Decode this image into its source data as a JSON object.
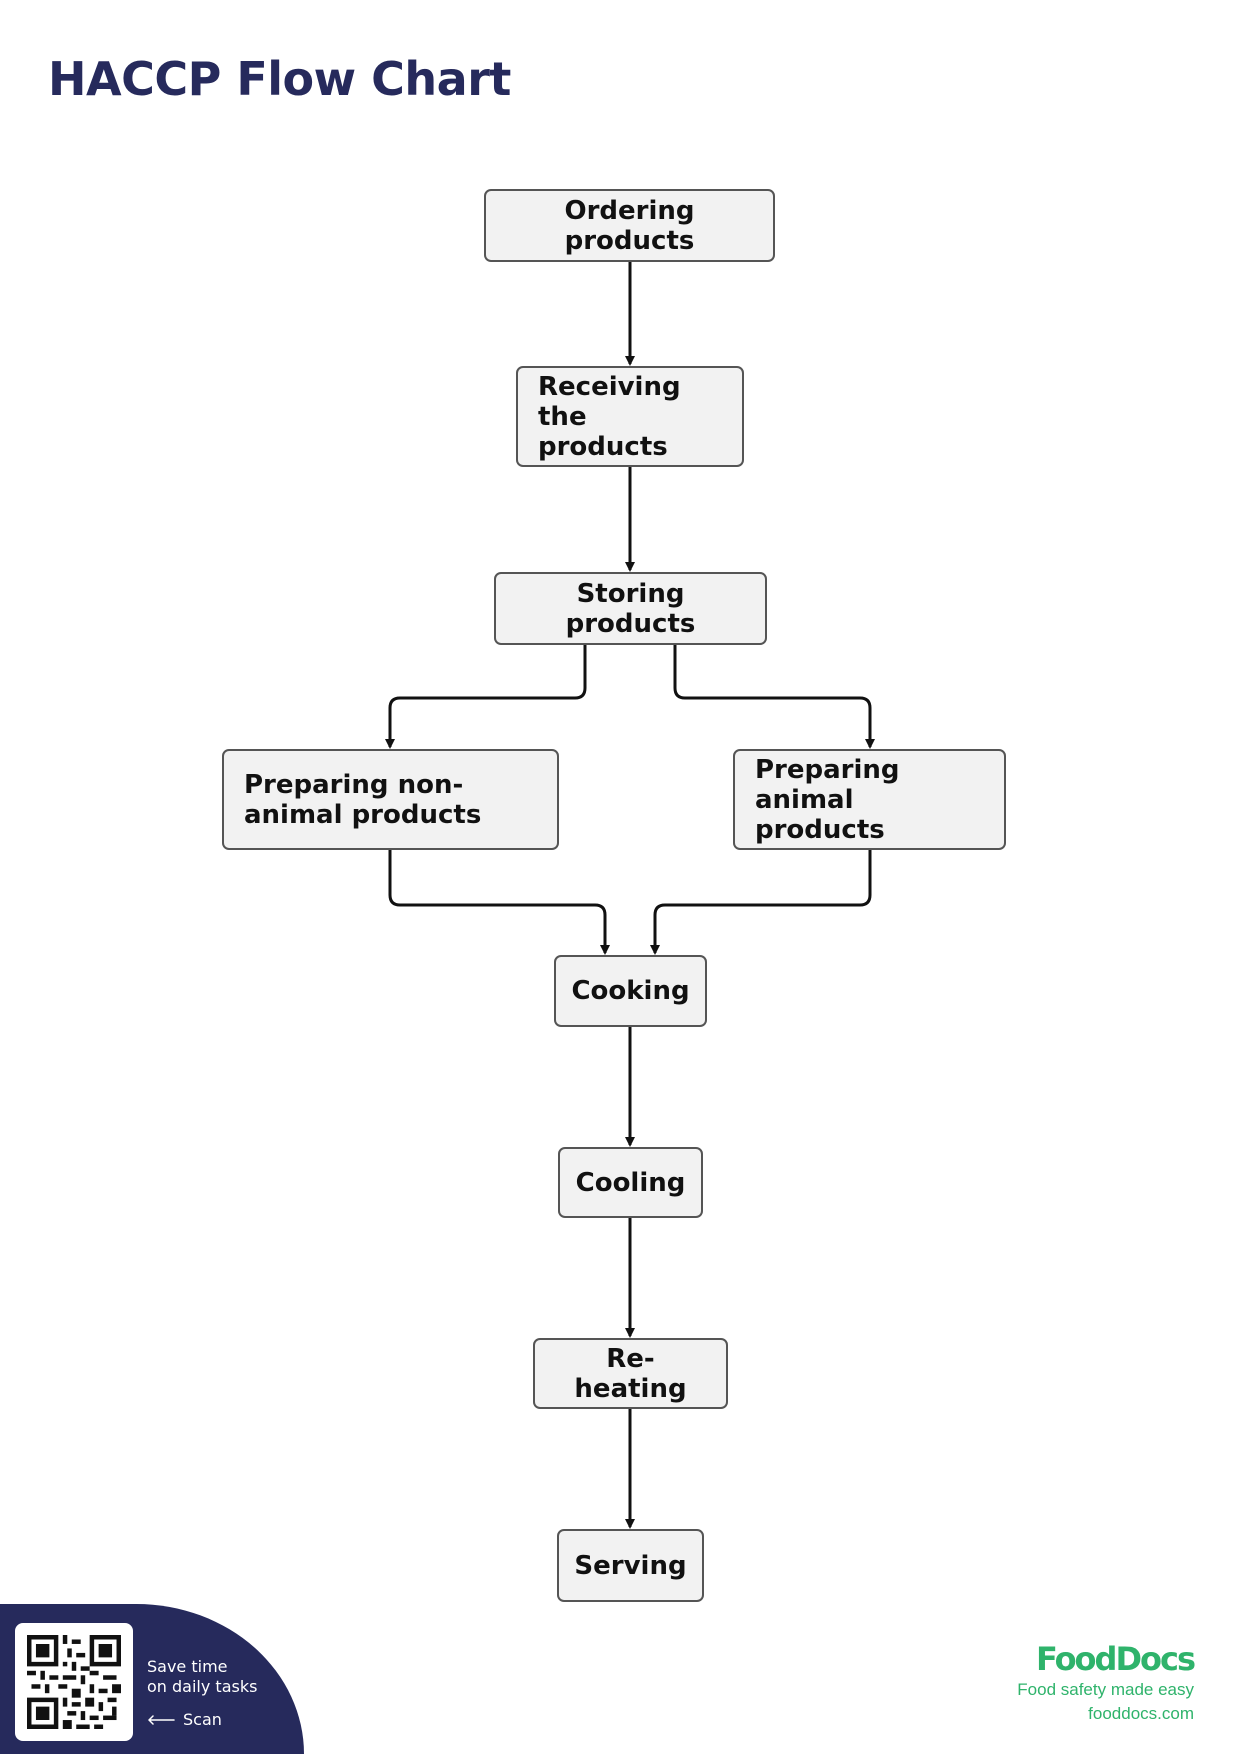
{
  "title": "HACCP Flow Chart",
  "nodes": [
    {
      "id": "ordering",
      "label": "Ordering products"
    },
    {
      "id": "receiving",
      "label": "Receiving the products"
    },
    {
      "id": "storing",
      "label": "Storing products"
    },
    {
      "id": "non_animal",
      "label": "Preparing non-animal products"
    },
    {
      "id": "animal",
      "label": "Preparing animal products"
    },
    {
      "id": "cooking",
      "label": "Cooking"
    },
    {
      "id": "cooling",
      "label": "Cooling"
    },
    {
      "id": "reheating",
      "label": "Re-heating"
    },
    {
      "id": "serving",
      "label": "Serving"
    }
  ],
  "edges": [
    {
      "from": "ordering",
      "to": "receiving"
    },
    {
      "from": "receiving",
      "to": "storing"
    },
    {
      "from": "storing",
      "to": "non_animal"
    },
    {
      "from": "storing",
      "to": "animal"
    },
    {
      "from": "non_animal",
      "to": "cooking"
    },
    {
      "from": "animal",
      "to": "cooking"
    },
    {
      "from": "cooking",
      "to": "cooling"
    },
    {
      "from": "cooling",
      "to": "reheating"
    },
    {
      "from": "reheating",
      "to": "serving"
    }
  ],
  "footer": {
    "cta_line1": "Save time",
    "cta_line2": "on daily tasks",
    "scan_label": "Scan",
    "brand_name": "FoodDocs",
    "tagline": "Food safety made easy",
    "website": "fooddocs.com"
  },
  "colors": {
    "title": "#262a5c",
    "brand": "#2fb36b",
    "node_fill": "#f2f2f2",
    "node_border": "#555555"
  },
  "icons": [
    "qr-code-icon",
    "arrow-left-icon",
    "check-icon"
  ]
}
